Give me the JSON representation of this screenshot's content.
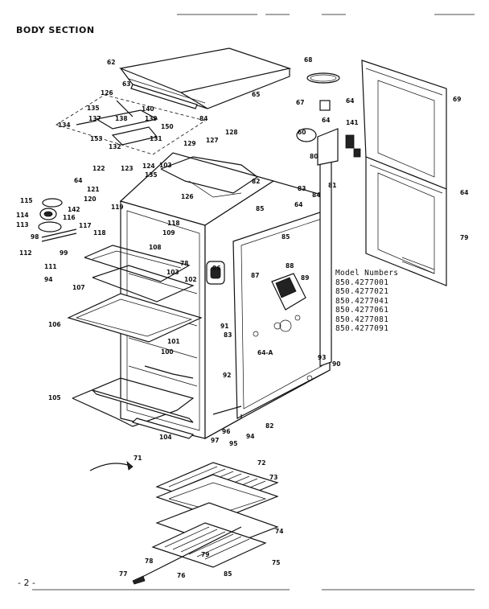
{
  "title": "BODY SECTION",
  "model_numbers": {
    "heading": "Model Numbers",
    "items": [
      "850.4277001",
      "850.4277021",
      "850.4277041",
      "850.4277061",
      "850.4277081",
      "850.4277091"
    ]
  },
  "page_number": "- 2 -",
  "callouts": [
    {
      "id": "c62a",
      "text": "62"
    },
    {
      "id": "c65",
      "text": "65"
    },
    {
      "id": "c68",
      "text": "68"
    },
    {
      "id": "c69",
      "text": "69"
    },
    {
      "id": "c63",
      "text": "63"
    },
    {
      "id": "c67",
      "text": "67"
    },
    {
      "id": "c64a",
      "text": "64"
    },
    {
      "id": "c126a",
      "text": "126"
    },
    {
      "id": "c135a",
      "text": "135"
    },
    {
      "id": "c140",
      "text": "140"
    },
    {
      "id": "c137",
      "text": "137"
    },
    {
      "id": "c138",
      "text": "138"
    },
    {
      "id": "c139",
      "text": "139"
    },
    {
      "id": "c134",
      "text": "134"
    },
    {
      "id": "c150",
      "text": "150"
    },
    {
      "id": "c84a",
      "text": "84"
    },
    {
      "id": "c64b",
      "text": "64"
    },
    {
      "id": "c141",
      "text": "141"
    },
    {
      "id": "c128",
      "text": "128"
    },
    {
      "id": "c60",
      "text": "60"
    },
    {
      "id": "c153",
      "text": "153"
    },
    {
      "id": "c131",
      "text": "131"
    },
    {
      "id": "c132",
      "text": "132"
    },
    {
      "id": "c129",
      "text": "129"
    },
    {
      "id": "c127",
      "text": "127"
    },
    {
      "id": "c80",
      "text": "80"
    },
    {
      "id": "c81",
      "text": "81"
    },
    {
      "id": "c122",
      "text": "122"
    },
    {
      "id": "c123",
      "text": "123"
    },
    {
      "id": "c124",
      "text": "124"
    },
    {
      "id": "c103a",
      "text": "103"
    },
    {
      "id": "c64c",
      "text": "64"
    },
    {
      "id": "c121",
      "text": "121"
    },
    {
      "id": "c135b",
      "text": "135"
    },
    {
      "id": "c82",
      "text": "82"
    },
    {
      "id": "c83",
      "text": "83"
    },
    {
      "id": "c64d",
      "text": "64"
    },
    {
      "id": "c120",
      "text": "120"
    },
    {
      "id": "c126b",
      "text": "126"
    },
    {
      "id": "c84b",
      "text": "84"
    },
    {
      "id": "c115",
      "text": "115"
    },
    {
      "id": "c119",
      "text": "119"
    },
    {
      "id": "c85a",
      "text": "85"
    },
    {
      "id": "c64e",
      "text": "64"
    },
    {
      "id": "c142",
      "text": "142"
    },
    {
      "id": "c114",
      "text": "114"
    },
    {
      "id": "c116",
      "text": "116"
    },
    {
      "id": "c113",
      "text": "113"
    },
    {
      "id": "c117",
      "text": "117"
    },
    {
      "id": "c118a",
      "text": "118"
    },
    {
      "id": "c109",
      "text": "109"
    },
    {
      "id": "c79a",
      "text": "79"
    },
    {
      "id": "c98",
      "text": "98"
    },
    {
      "id": "c118b",
      "text": "118"
    },
    {
      "id": "c85b",
      "text": "85"
    },
    {
      "id": "c112",
      "text": "112"
    },
    {
      "id": "c99",
      "text": "99"
    },
    {
      "id": "c108",
      "text": "108"
    },
    {
      "id": "c111",
      "text": "111"
    },
    {
      "id": "c78",
      "text": "78"
    },
    {
      "id": "c86",
      "text": "86"
    },
    {
      "id": "c103b",
      "text": "103"
    },
    {
      "id": "c88",
      "text": "88"
    },
    {
      "id": "c94a",
      "text": "94"
    },
    {
      "id": "c107",
      "text": "107"
    },
    {
      "id": "c102",
      "text": "102"
    },
    {
      "id": "c87",
      "text": "87"
    },
    {
      "id": "c89",
      "text": "89"
    },
    {
      "id": "c106",
      "text": "106"
    },
    {
      "id": "c91",
      "text": "91"
    },
    {
      "id": "c83b",
      "text": "83"
    },
    {
      "id": "c101",
      "text": "101"
    },
    {
      "id": "c100",
      "text": "100"
    },
    {
      "id": "c64f",
      "text": "64-A"
    },
    {
      "id": "c93",
      "text": "93"
    },
    {
      "id": "c90",
      "text": "90"
    },
    {
      "id": "c92",
      "text": "92"
    },
    {
      "id": "c105",
      "text": "105"
    },
    {
      "id": "c82b",
      "text": "82"
    },
    {
      "id": "c104",
      "text": "104"
    },
    {
      "id": "c97",
      "text": "97"
    },
    {
      "id": "c96",
      "text": "96"
    },
    {
      "id": "c95",
      "text": "95"
    },
    {
      "id": "c94b",
      "text": "94"
    },
    {
      "id": "c71",
      "text": "71"
    },
    {
      "id": "c72",
      "text": "72"
    },
    {
      "id": "c73",
      "text": "73"
    },
    {
      "id": "c74",
      "text": "74"
    },
    {
      "id": "c75",
      "text": "75"
    },
    {
      "id": "c79b",
      "text": "79"
    },
    {
      "id": "c78b",
      "text": "78"
    },
    {
      "id": "c77",
      "text": "77"
    },
    {
      "id": "c76",
      "text": "76"
    },
    {
      "id": "c85c",
      "text": "85"
    }
  ]
}
